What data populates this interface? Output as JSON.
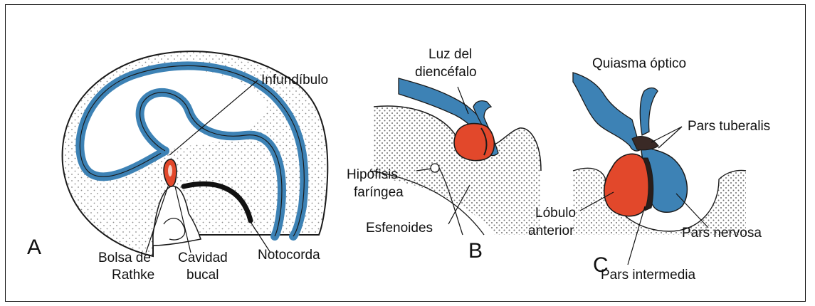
{
  "colors": {
    "neural_tissue": "#3d82b5",
    "adenohypophysis": "#e2482b",
    "mesenchyme_dots": "#8a8a8a",
    "outline": "#1a1a1a"
  },
  "panel_a": {
    "letter": "A",
    "labels": {
      "infundibulo": "Infundíbulo",
      "bolsa_line1": "Bolsa de",
      "bolsa_line2": "Rathke",
      "cavidad_line1": "Cavidad",
      "cavidad_line2": "bucal",
      "notocorda": "Notocorda"
    }
  },
  "panel_b": {
    "letter": "B",
    "labels": {
      "luz_line1": "Luz del",
      "luz_line2": "diencéfalo",
      "hipofisis_line1": "Hipófisis",
      "hipofisis_line2": "faríngea",
      "esfenoides": "Esfenoides"
    }
  },
  "panel_c": {
    "letter": "C",
    "labels": {
      "quiasma": "Quiasma óptico",
      "tuberalis": "Pars tuberalis",
      "lobulo_line1": "Lóbulo",
      "lobulo_line2": "anterior",
      "nervosa": "Pars nervosa",
      "intermedia": "Pars intermedia"
    }
  }
}
